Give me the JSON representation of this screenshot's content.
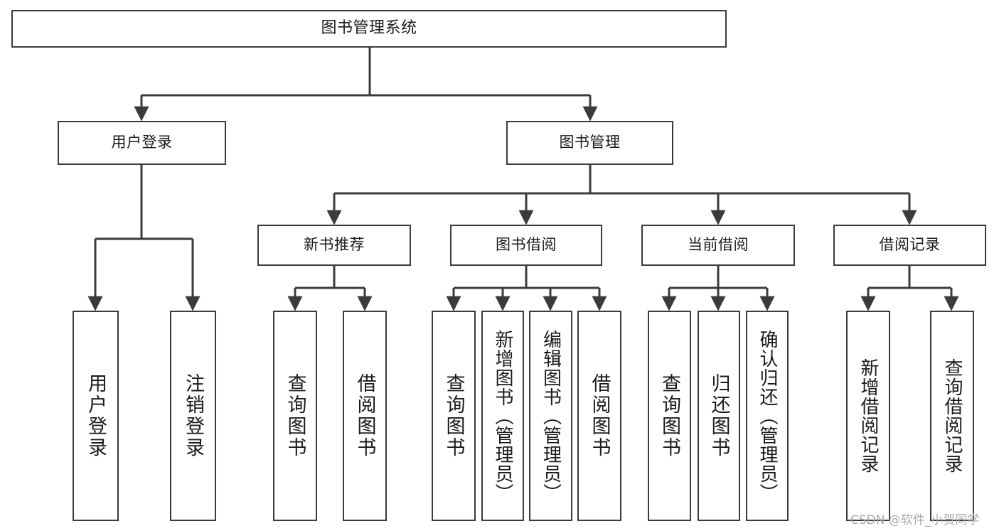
{
  "diagram": {
    "title": "图书管理系统",
    "type": "tree-hierarchy",
    "root": {
      "id": "root",
      "label": "图书管理系统"
    },
    "level2": [
      {
        "id": "user-login",
        "label": "用户登录"
      },
      {
        "id": "book-manage",
        "label": "图书管理"
      }
    ],
    "level3": [
      {
        "id": "new-book-rec",
        "label": "新书推荐"
      },
      {
        "id": "book-borrow",
        "label": "图书借阅"
      },
      {
        "id": "current-borrow",
        "label": "当前借阅"
      },
      {
        "id": "borrow-record",
        "label": "借阅记录"
      }
    ],
    "leaves": {
      "user_login": [
        {
          "id": "leaf-user-login",
          "label": "用户登录"
        },
        {
          "id": "leaf-logout",
          "label": "注销登录"
        }
      ],
      "new_book_rec": [
        {
          "id": "leaf-query-book-1",
          "label": "查询图书"
        },
        {
          "id": "leaf-borrow-book-1",
          "label": "借阅图书"
        }
      ],
      "book_borrow": [
        {
          "id": "leaf-query-book-2",
          "label": "查询图书"
        },
        {
          "id": "leaf-add-book",
          "label": "新增图书（管理员）"
        },
        {
          "id": "leaf-edit-book",
          "label": "编辑图书（管理员）"
        },
        {
          "id": "leaf-borrow-book-2",
          "label": "借阅图书"
        }
      ],
      "current_borrow": [
        {
          "id": "leaf-query-book-3",
          "label": "查询图书"
        },
        {
          "id": "leaf-return-book",
          "label": "归还图书"
        },
        {
          "id": "leaf-confirm-return",
          "label": "确认归还（管理员）"
        }
      ],
      "borrow_record": [
        {
          "id": "leaf-add-record",
          "label": "新增借阅记录"
        },
        {
          "id": "leaf-query-record",
          "label": "查询借阅记录"
        }
      ]
    }
  },
  "watermark": {
    "text": "CSDN @软件_小贺同学"
  },
  "colors": {
    "stroke": "#3b3b3b",
    "fill": "#ffffff",
    "text": "#1b1b1b",
    "watermark": "#a9a9a9"
  }
}
